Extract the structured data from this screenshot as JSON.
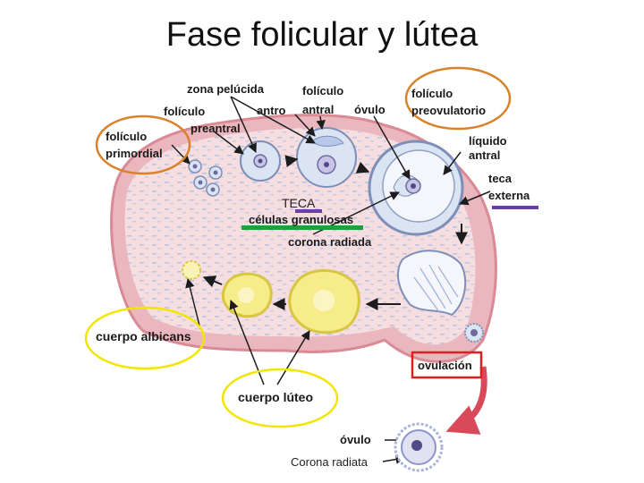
{
  "title": "Fase folicular y lútea",
  "labels": {
    "zona_pelucida": "zona pelúcida",
    "foliculo_preantral_1": "folículo",
    "foliculo_preantral_2": "preantral",
    "foliculo_primordial_1": "folículo",
    "foliculo_primordial_2": "primordial",
    "foliculo_antral_1": "folículo",
    "foliculo_antral_2": "antral",
    "antro": "antro",
    "ovulo_top": "óvulo",
    "preovulatorio_1": "folículo",
    "preovulatorio_2": "preovulatorio",
    "liquido_antral_1": "líquido",
    "liquido_antral_2": "antral",
    "teca_externa_1": "teca",
    "teca_externa_2": "externa",
    "teca": "TECA",
    "celulas_granulosas": "células granulosas",
    "corona_radiada": "corona radiada",
    "cuerpo_albicans": "cuerpo albicans",
    "ovulacion": "ovulación",
    "cuerpo_luteo": "cuerpo lúteo",
    "ovulo_bottom": "óvulo",
    "corona_radiata": "Corona radiata"
  },
  "colors": {
    "ovary_fill": "#f3d3d6",
    "ovary_edge": "#d98a94",
    "follicle": "#dbe4f3",
    "highlight_orange": "#d9822b",
    "highlight_yellow": "#f2e600",
    "highlight_red": "#e02020",
    "bar_purple": "#6a3fa8",
    "bar_green": "#1fa03a",
    "luteum": "#f7ec8a",
    "arrow_dark": "#1c1c1c",
    "ovulation_arrow": "#d84a5a"
  }
}
